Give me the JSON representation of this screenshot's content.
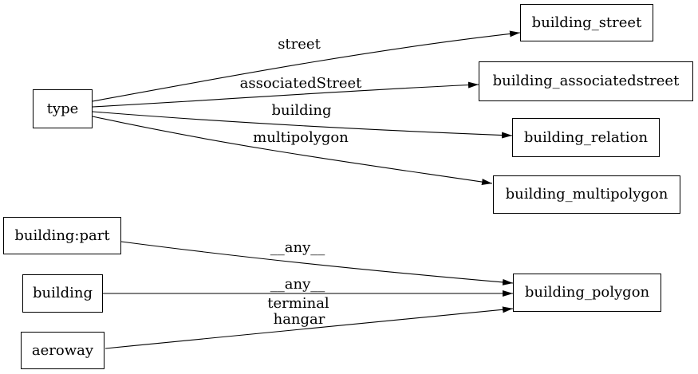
{
  "diagram": {
    "background_color": "#ffffff",
    "node_border_color": "#000000",
    "edge_color": "#000000",
    "text_color": "#000000",
    "nodes": [
      {
        "id": "type",
        "label": "type"
      },
      {
        "id": "building_street",
        "label": "building_street"
      },
      {
        "id": "building_associatedstreet",
        "label": "building_associatedstreet"
      },
      {
        "id": "building_relation",
        "label": "building_relation"
      },
      {
        "id": "building_multipolygon",
        "label": "building_multipolygon"
      },
      {
        "id": "building:part",
        "label": "building:part"
      },
      {
        "id": "building",
        "label": "building"
      },
      {
        "id": "aeroway",
        "label": "aeroway"
      },
      {
        "id": "building_polygon",
        "label": "building_polygon"
      }
    ],
    "edges": [
      {
        "from": "type",
        "to": "building_street",
        "label": "street"
      },
      {
        "from": "type",
        "to": "building_associatedstreet",
        "label": "associatedStreet"
      },
      {
        "from": "type",
        "to": "building_relation",
        "label": "building"
      },
      {
        "from": "type",
        "to": "building_multipolygon",
        "label": "multipolygon"
      },
      {
        "from": "building:part",
        "to": "building_polygon",
        "label": "__any__"
      },
      {
        "from": "building",
        "to": "building_polygon",
        "label": "__any__"
      },
      {
        "from": "aeroway",
        "to": "building_polygon",
        "label_lines": [
          "terminal",
          "hangar"
        ]
      }
    ]
  }
}
